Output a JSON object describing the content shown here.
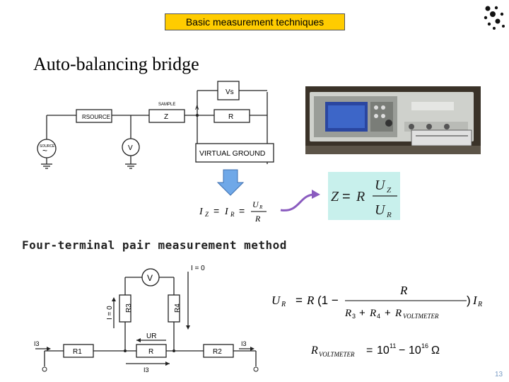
{
  "header": {
    "title": "Basic measurement techniques"
  },
  "slide": {
    "heading": "Auto-balancing bridge",
    "sub_heading": "Four-terminal pair measurement method",
    "page_number": "13"
  },
  "bridge_circuit": {
    "vs": "Vs",
    "sample": "SAMPLE",
    "point_a": "A",
    "r_source": "RSOURCE",
    "z": "Z",
    "r": "R",
    "source": "SOURCE",
    "v": "V",
    "virtual_ground": "VIRTUAL GROUND"
  },
  "four_terminal_circuit": {
    "v": "V",
    "i_zero_top": "I = 0",
    "i_zero_left": "I = 0",
    "r3": "R3",
    "r4": "R4",
    "ur": "UR",
    "i3_left": "I3",
    "i3_right": "I3",
    "i3_bottom": "I3",
    "r1": "R1",
    "r": "R",
    "r2": "R2"
  },
  "formulas": {
    "iz_ir": "IZ = IR = UR / R",
    "z_equals": "Z = R · UZ / UR",
    "ur_formula": "UR = R (1 − R / (R3 + R4 + RVOLTMETER)) IR",
    "r_voltmeter": "RVOLTMETER = 10^11 − 10^16 Ω"
  },
  "colors": {
    "title_bg": "#ffcc00",
    "formula_bg": "#c8f0ec",
    "arrow_blue": "#6fa8e8",
    "arrow_purple": "#8a5bbf",
    "page_number": "#7a9cc4"
  },
  "icons": [
    "dot-grid-logo-icon",
    "down-arrow-icon",
    "curved-arrow-icon"
  ]
}
